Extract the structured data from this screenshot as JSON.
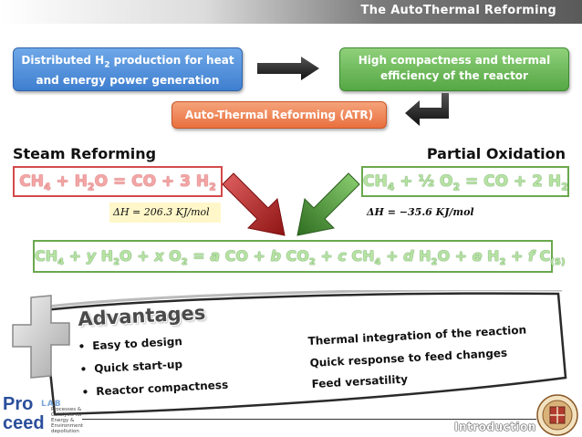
{
  "header": {
    "title": "The AutoThermal Reforming"
  },
  "blue_box": {
    "line1_pre": "Distributed H",
    "line1_sub": "2",
    "line1_post": " production for heat",
    "line2": "and energy power generation"
  },
  "green_box": {
    "line1": "High compactness and thermal",
    "line2": "efficiency of the reactor"
  },
  "orange_box": {
    "label": "Auto-Thermal Reforming (ATR)"
  },
  "steam": {
    "label": "Steam Reforming",
    "eq": {
      "a": "CH",
      "a_sub": "4",
      "b": " + H",
      "b_sub": "2",
      "c": "O = CO + 3 H",
      "c_sub": "2"
    },
    "dh": "ΔH = 206.3 KJ/mol"
  },
  "partial": {
    "label": "Partial Oxidation",
    "eq": {
      "a": "CH",
      "a_sub": "4",
      "b": " + ½ O",
      "b_sub": "2",
      "c": " = CO + 2 H",
      "c_sub": "2"
    },
    "dh": "ΔH = −35.6 KJ/mol"
  },
  "global_eq": {
    "p1": "CH",
    "s1": "4",
    "p2": " + ",
    "y": "y",
    "p3": " H",
    "s2": "2",
    "p4": "O + ",
    "x": "x",
    "p5": " O",
    "s3": "2",
    "p6": " = ",
    "a": "a",
    "p7": " CO + ",
    "b": "b",
    "p8": " CO",
    "s4": "2",
    "p9": " + ",
    "c": "c",
    "p10": " CH",
    "s5": "4",
    "p11": " + ",
    "d": "d",
    "p12": " H",
    "s6": "2",
    "p13": "O + ",
    "e": "e",
    "p14": " H",
    "s7": "2",
    "p15": " + ",
    "f": "f",
    "p16": " C",
    "s8": "(S)"
  },
  "advantages": {
    "title": "Advantages",
    "items": [
      "Easy to design",
      "Quick start-up",
      "Reactor compactness"
    ],
    "benefits": [
      "Thermal integration of the reaction",
      "Quick response to feed changes",
      "Feed versatility"
    ]
  },
  "footer": {
    "section": "Introduction"
  },
  "logo": {
    "pro": "Pro",
    "ceed": "ceed",
    "lab": "LAB",
    "sub": "Processes & Catalysis for Energy & Environment depollution"
  },
  "colors": {
    "blue": "#3f7fd0",
    "green": "#55a744",
    "orange": "#e9703f",
    "red_arrow": "#b22a2a",
    "green_arrow": "#3f8a2e"
  }
}
